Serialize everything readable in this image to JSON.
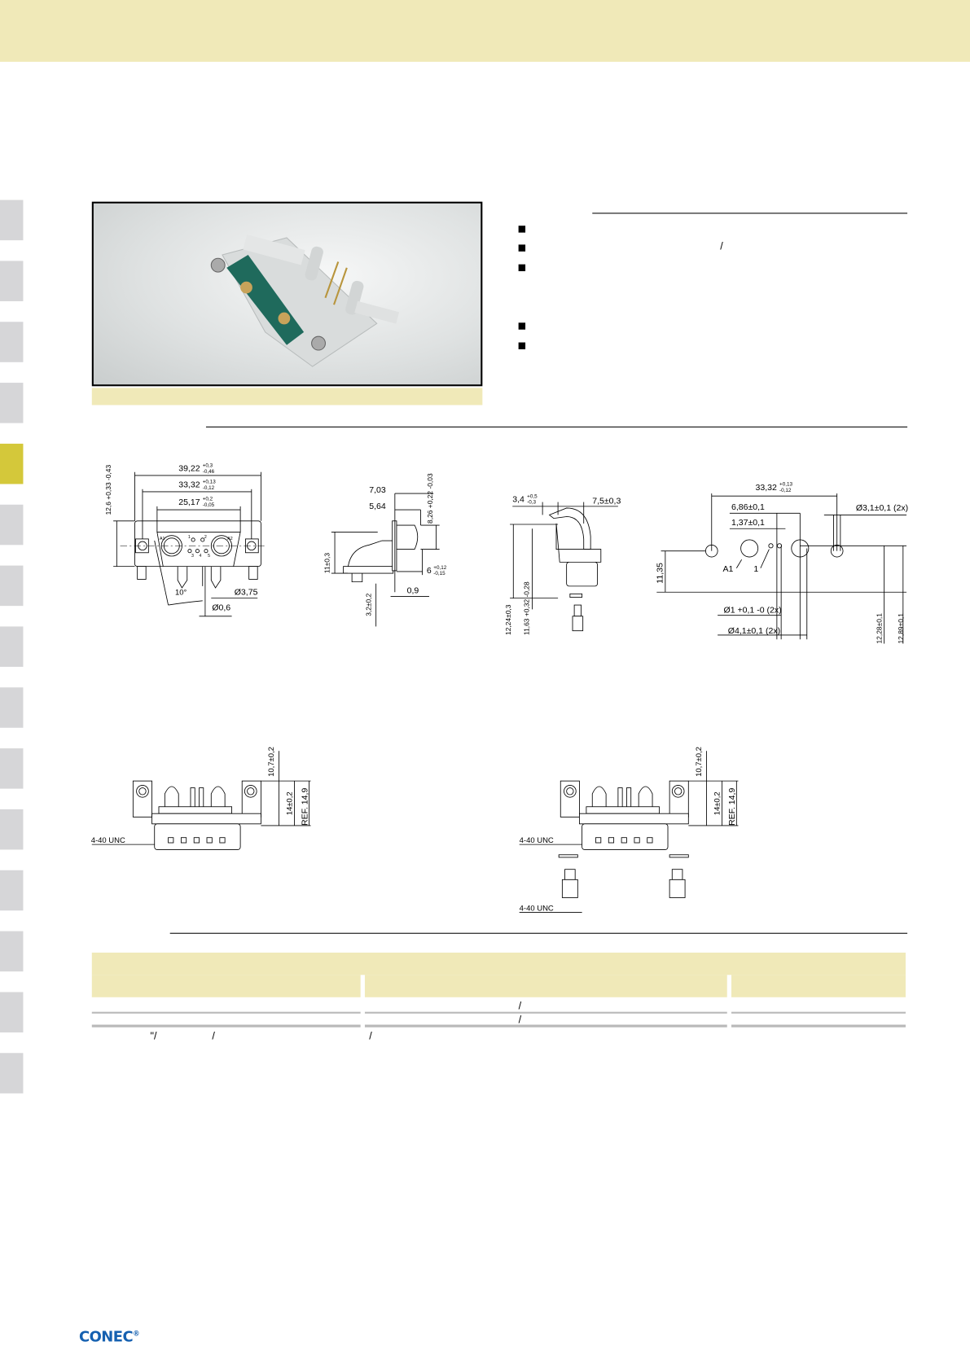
{
  "colors": {
    "band": "#f0e9b8",
    "tab": "#d6d6d8",
    "tab_active": "#d4c83a",
    "logo": "#1560b0"
  },
  "sidebar": {
    "tab_count": 15,
    "active_index": 4
  },
  "features": {
    "separator_slash": "/"
  },
  "drawings": {
    "front": {
      "d1": "39,22",
      "d1_tol_top": "+0,3",
      "d1_tol_bot": "-0,46",
      "d2": "33,32",
      "d2_tol_top": "+0,13",
      "d2_tol_bot": "-0,12",
      "d3": "25,17",
      "d3_tol_top": "+0,2",
      "d3_tol_bot": "-0,05",
      "h": "12,6 +0,33 -0,43",
      "angle": "10°",
      "pin_dia": "Ø3,75",
      "sig_dia": "Ø0,6",
      "a1": "A1",
      "a2": "A2",
      "c1": "1",
      "c2": "2",
      "c3": "3",
      "c4": "4",
      "c5": "5"
    },
    "side": {
      "d1": "7,03",
      "d2": "5,64",
      "d3": "8,26 +0,22 -0,03",
      "d4": "11±0,3",
      "d5": "6",
      "d5_tol_top": "+0,12",
      "d5_tol_bot": "-0,15",
      "d6": "0,9",
      "d7": "3,2±0,2"
    },
    "end": {
      "d1": "3,4",
      "d1_tol_top": "+0,5",
      "d1_tol_bot": "-0,3",
      "d2": "7,5±0,3",
      "d3": "12,24±0,3",
      "d4": "11,63 +0,32 -0,28"
    },
    "pcb": {
      "d1": "33,32",
      "d1_tol_top": "+0,13",
      "d1_tol_bot": "-0,12",
      "d2": "6,86±0,1",
      "d3": "1,37±0,1",
      "d4": "Ø3,1±0,1 (2x)",
      "d5": "11,35",
      "d6": "Ø1 +0,1 -0 (2x)",
      "d7": "Ø4,1±0,1 (2x)",
      "d8": "12,28±0,1",
      "d9": "12,89±0,1",
      "a1": "A1",
      "p1": "1"
    },
    "variant_a": {
      "d1": "10,7±0,2",
      "d2": "14±0,2",
      "d3": "REF. 14,9",
      "thread": "4-40 UNC"
    },
    "variant_b": {
      "d1": "10,7±0,2",
      "d2": "14±0,2",
      "d3": "REF. 14,9",
      "thread": "4-40 UNC",
      "thread2": "4-40 UNC"
    }
  },
  "table": {
    "rows": [
      {
        "mid": "/"
      },
      {
        "mid": "/"
      }
    ],
    "note": {
      "a": "\"/",
      "b": "/",
      "c": "/"
    }
  },
  "footer": {
    "logo": "CONEC",
    "logo_mark": "®"
  }
}
